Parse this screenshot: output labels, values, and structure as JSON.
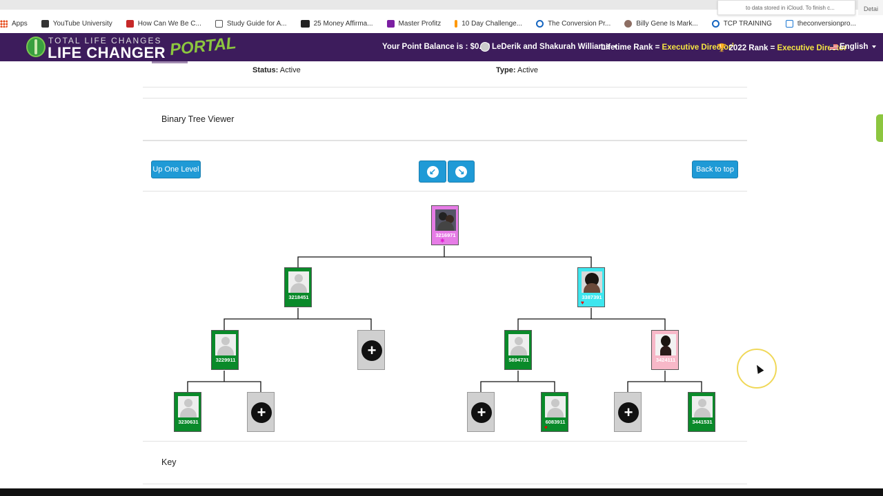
{
  "top": {
    "notification_text": "to data stored in iCloud. To finish c...",
    "details_label": "Detai"
  },
  "bookmarks": [
    {
      "label": "Apps",
      "color": "#e64a19"
    },
    {
      "label": "YouTube University",
      "color": "#333333"
    },
    {
      "label": "How Can We Be C...",
      "color": "#c62828"
    },
    {
      "label": "Study Guide for A...",
      "color": "#555555"
    },
    {
      "label": "25 Money Affirma...",
      "color": "#222222"
    },
    {
      "label": "Master Profitz",
      "color": "#7b1fa2"
    },
    {
      "label": "10 Day Challenge...",
      "color": "#ff9800"
    },
    {
      "label": "The Conversion Pr...",
      "color": "#1565c0"
    },
    {
      "label": "Billy Gene Is Mark...",
      "color": "#8d6e63"
    },
    {
      "label": "TCP TRAINING",
      "color": "#1565c0"
    },
    {
      "label": "theconversionpro...",
      "color": "#1976d2"
    }
  ],
  "nav": {
    "logo_top": "TOTAL LIFE CHANGES",
    "logo_main": "LIFE CHANGER",
    "logo_portal": "PORTAL",
    "balance": "Your Point Balance is : $0.00",
    "user": "LeDerik and Shakurah Williams",
    "lifetime_rank_label": "Lifetime Rank =",
    "lifetime_rank_value": "Executive Director",
    "lifetime_rank_sup": "1",
    "rank2022_label": "2022 Rank =",
    "rank2022_value": "Executive Director",
    "language": "English"
  },
  "info": {
    "status_label": "Status:",
    "status_value": "Active",
    "type_label": "Type:",
    "type_value": "Active"
  },
  "section_title": "Binary Tree Viewer",
  "buttons": {
    "up_one_level": "Up One Level",
    "back_to_top": "Back to top",
    "nav_left_icon": "↙",
    "nav_right_icon": "↘"
  },
  "tree": {
    "root": {
      "id": "3216971"
    },
    "l1_left": {
      "id": "3218451"
    },
    "l1_right": {
      "id": "3387391"
    },
    "l2_ll": {
      "id": "3229911"
    },
    "l2_rl": {
      "id": "5894731"
    },
    "l2_rr": {
      "id": "3424111"
    },
    "l3_lll": {
      "id": "3230631"
    },
    "l3_rlr": {
      "id": "6083911"
    },
    "l3_rrr": {
      "id": "3441531"
    }
  },
  "key_title": "Key",
  "colors": {
    "navbar": "#3d1c5c",
    "accent_yellow": "#f5e642",
    "button_blue": "#1f9ad6",
    "node_green": "#0a8a2a",
    "node_magenta": "#e67ce6",
    "node_cyan": "#3ee6ee",
    "node_pink": "#f7b8c8"
  }
}
